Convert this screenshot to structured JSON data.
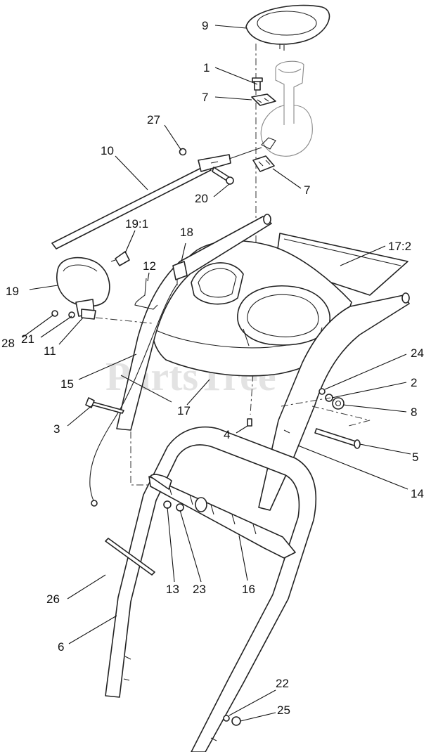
{
  "watermark": {
    "text": "PartsTree",
    "mark": "TM"
  },
  "callouts": [
    {
      "id": "9",
      "label": "9"
    },
    {
      "id": "1",
      "label": "1"
    },
    {
      "id": "7a",
      "label": "7"
    },
    {
      "id": "27",
      "label": "27"
    },
    {
      "id": "10",
      "label": "10"
    },
    {
      "id": "7b",
      "label": "7"
    },
    {
      "id": "20",
      "label": "20"
    },
    {
      "id": "19-1",
      "label": "19:1"
    },
    {
      "id": "18",
      "label": "18"
    },
    {
      "id": "17-2",
      "label": "17:2"
    },
    {
      "id": "12",
      "label": "12"
    },
    {
      "id": "19",
      "label": "19"
    },
    {
      "id": "28",
      "label": "28"
    },
    {
      "id": "21",
      "label": "21"
    },
    {
      "id": "11",
      "label": "11"
    },
    {
      "id": "15",
      "label": "15"
    },
    {
      "id": "24",
      "label": "24"
    },
    {
      "id": "2",
      "label": "2"
    },
    {
      "id": "8",
      "label": "8"
    },
    {
      "id": "17",
      "label": "17"
    },
    {
      "id": "3",
      "label": "3"
    },
    {
      "id": "4",
      "label": "4"
    },
    {
      "id": "5",
      "label": "5"
    },
    {
      "id": "14",
      "label": "14"
    },
    {
      "id": "13",
      "label": "13"
    },
    {
      "id": "23",
      "label": "23"
    },
    {
      "id": "16",
      "label": "16"
    },
    {
      "id": "26",
      "label": "26"
    },
    {
      "id": "6",
      "label": "6"
    },
    {
      "id": "22",
      "label": "22"
    },
    {
      "id": "25",
      "label": "25"
    }
  ]
}
